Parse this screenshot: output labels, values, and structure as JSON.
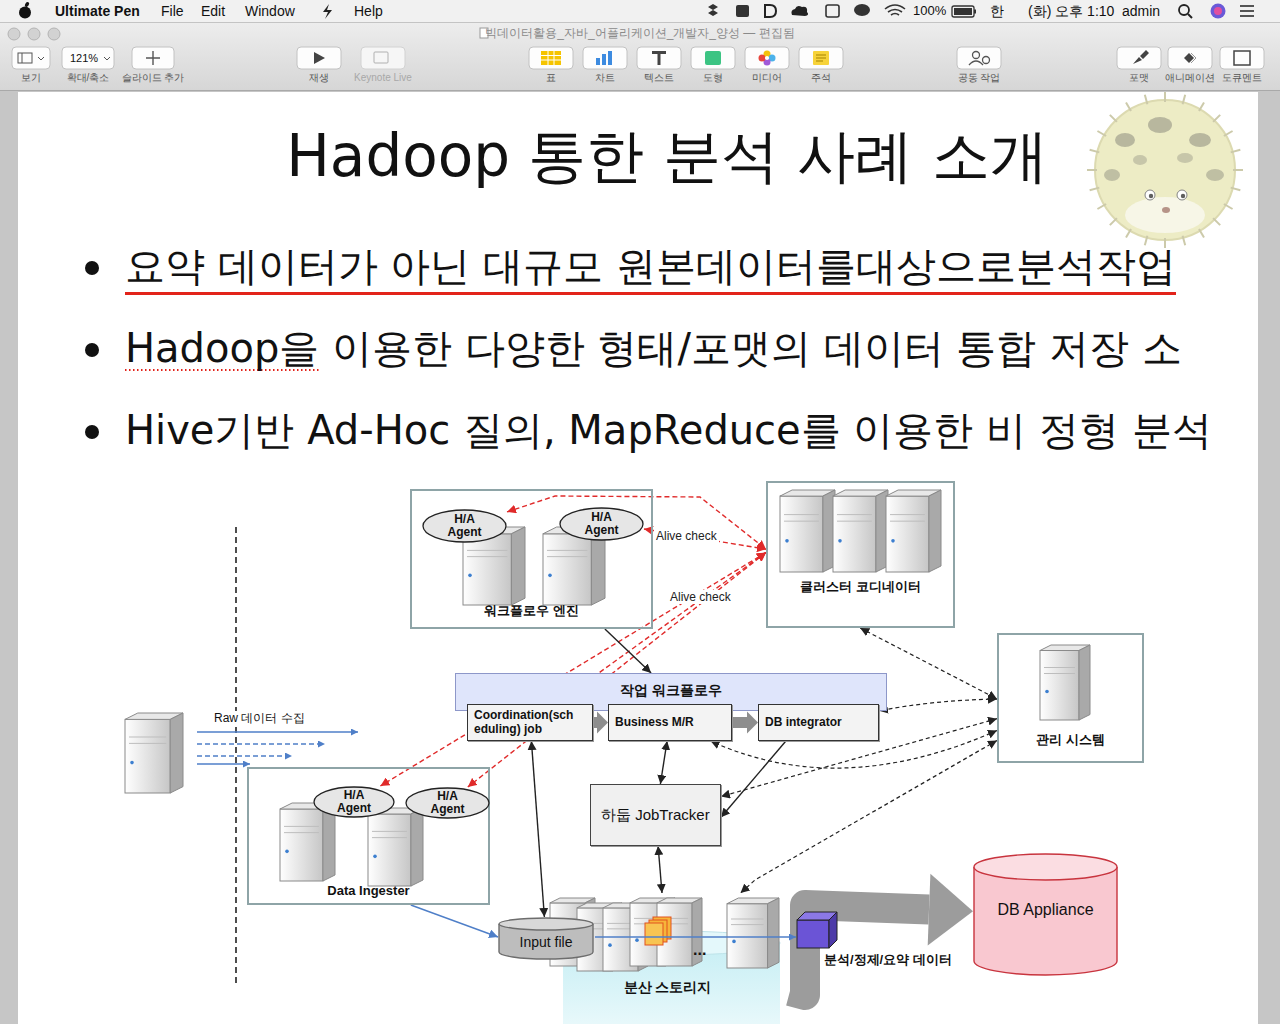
{
  "diagram": {
    "title": "Hadoop 통한 분석 사례 소개",
    "nodes": [
      {
        "text": [
          "워크플로우 엔진"
        ]
      },
      {
        "text": [
          "H/A Agent"
        ],
        "in": 0
      },
      {
        "text": [
          "H/A Agent"
        ],
        "in": 0
      },
      {
        "text": [
          "클러스터 코디네이터"
        ]
      },
      {
        "text": [
          "관리 시스템"
        ]
      },
      {
        "text": [
          "작업 워크플로우"
        ]
      },
      {
        "text": [
          "Coordination(sch eduling) job"
        ],
        "in": 5
      },
      {
        "text": [
          "Business M/R"
        ],
        "in": 5
      },
      {
        "text": [
          "DB integrator"
        ],
        "in": 5
      },
      {
        "text": [
          "하둡 JobTracker"
        ]
      },
      {
        "text": [
          "Data Ingester"
        ]
      },
      {
        "text": [
          "H/A Agent"
        ],
        "in": 10
      },
      {
        "text": [
          "H/A Agent"
        ],
        "in": 10
      },
      {
        "text": [
          "Input file"
        ]
      },
      {
        "text": [
          "분산 스토리지"
        ]
      },
      {
        "text": [
          "DB Appliance"
        ]
      }
    ],
    "edges": [
      {
        "from": 1,
        "to": 3,
        "arrow": "both"
      },
      {
        "from": 2,
        "to": 3,
        "label": "Alive check",
        "arrow": "both"
      },
      {
        "from": 3,
        "to": 6,
        "arrow": "both"
      },
      {
        "from": 3,
        "to": 11,
        "arrow": "both"
      },
      {
        "from": 3,
        "to": 12,
        "label": "Alive check",
        "arrow": "both"
      },
      {
        "from": 0,
        "to": 5,
        "arrow": "to"
      },
      {
        "from": 3,
        "to": 4,
        "arrow": "both"
      },
      {
        "from": 6,
        "to": 7,
        "arrow": "to"
      },
      {
        "from": 7,
        "to": 8,
        "arrow": "to"
      },
      {
        "from": 4,
        "to": 8,
        "arrow": "both"
      },
      {
        "from": 4,
        "to": 7,
        "arrow": "both"
      },
      {
        "from": 4,
        "to": 9,
        "arrow": "both"
      },
      {
        "from": 4,
        "to": 14,
        "arrow": "both"
      },
      {
        "from": 6,
        "to": 13,
        "arrow": "both"
      },
      {
        "from": 7,
        "to": 9,
        "arrow": "both"
      },
      {
        "from": 8,
        "to": 9,
        "arrow": "to"
      },
      {
        "from": 9,
        "to": 14,
        "arrow": "both"
      },
      {
        "from": 10,
        "to": 13,
        "arrow": "to"
      },
      {
        "from": 14,
        "to": 15,
        "arrow": "to"
      }
    ],
    "labels": [
      "Ultimate Pen",
      "File",
      "Edit",
      "Window",
      "Help",
      "100%",
      "한",
      "(화) 오후 1:10",
      "admin",
      "빅데이터활용_자바_어플리케이션_개발자_양성 — 편집됨",
      "121%",
      "보기",
      "확대/축소",
      "슬라이드 추가",
      "재생",
      "Keynote Live",
      "표",
      "차트",
      "텍스트",
      "도형",
      "미디어",
      "주석",
      "공동 작업",
      "포맷",
      "애니메이션",
      "도큐멘트",
      "요약 데이터가 아닌 대규모 원본데이터를대상으로분석작업",
      "Hadoop을 이용한 다양한 형태/포맷의 데이터 통합 저장 소",
      "Hive기반 Ad-Hoc 질의, MapReduce를 이용한 비 정형 분석",
      "Raw 데이터 수집",
      "...",
      "분석/정제/요약 데이터"
    ]
  }
}
